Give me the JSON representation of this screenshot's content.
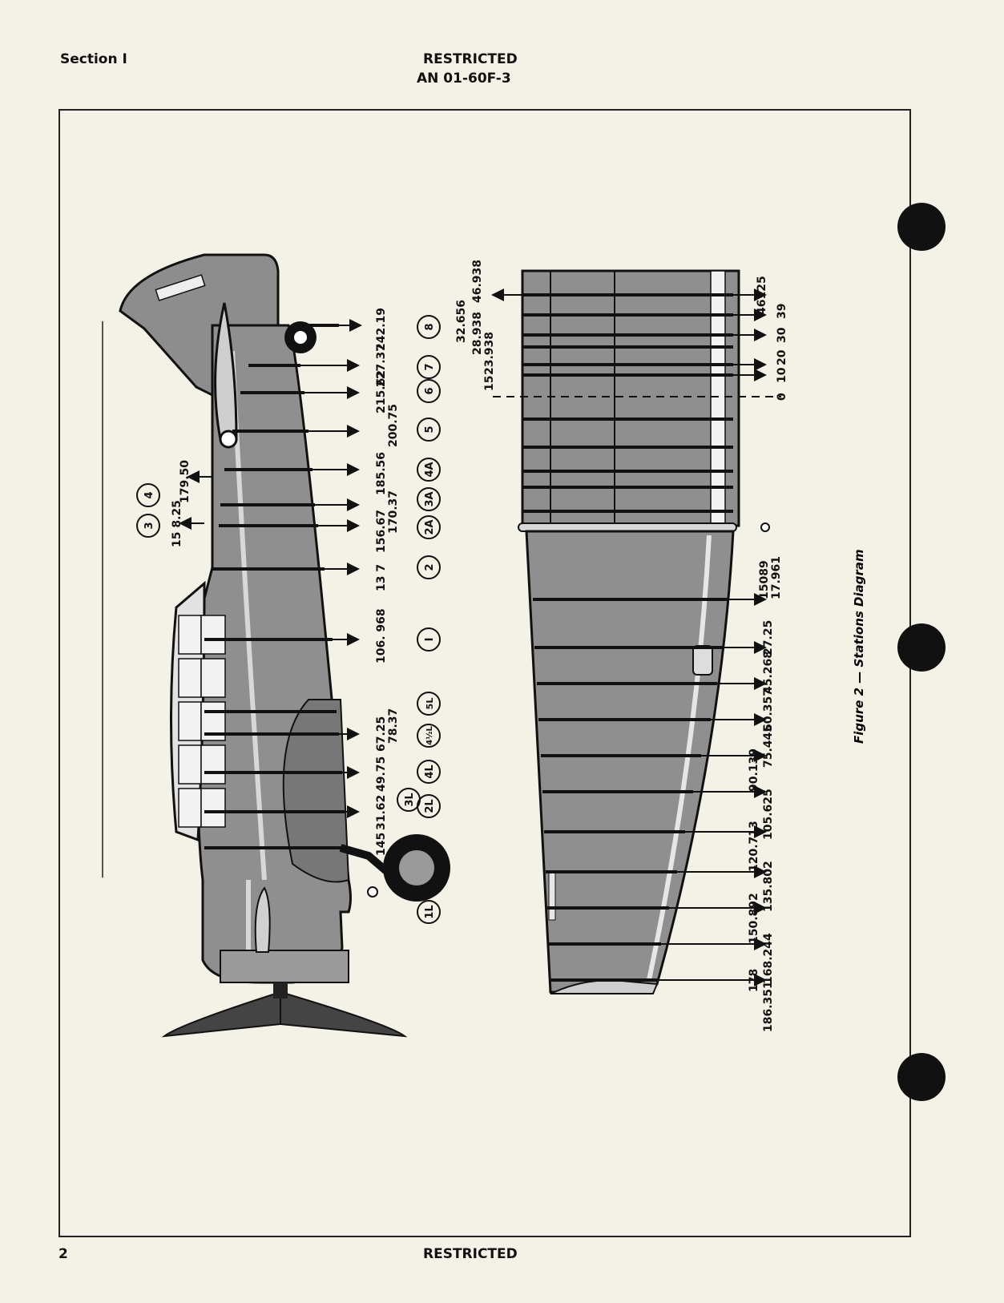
{
  "header": {
    "section": "Section I",
    "restricted": "RESTRICTED",
    "doc_number": "AN 01-60F-3"
  },
  "footer": {
    "page_number": "2",
    "restricted": "RESTRICTED"
  },
  "figure": {
    "caption": "Figure 2 — Stations Diagram"
  },
  "fuselage": {
    "stations": [
      {
        "value": "242.19",
        "label": "8"
      },
      {
        "value": "227.37",
        "label": "7"
      },
      {
        "value": "215.62",
        "label": "6"
      },
      {
        "value": "200.75",
        "label": "5"
      },
      {
        "value": "185.56",
        "label": "4A"
      },
      {
        "value": "170.37",
        "label": "3A"
      },
      {
        "value": "156.67",
        "label": "2A"
      },
      {
        "value": "13 7",
        "label": "2"
      },
      {
        "value": "106. 968",
        "label": "I"
      },
      {
        "value": "78.37",
        "label": "5L"
      },
      {
        "value": "67.25",
        "label": "4½L"
      },
      {
        "value": "49.75",
        "label": "4L"
      },
      {
        "value": "31.62",
        "label": "3L"
      },
      {
        "value": "145",
        "label": "2L"
      },
      {
        "value": "",
        "label": "1L"
      }
    ],
    "upper_stations": [
      {
        "value": "179.50",
        "label": "4"
      },
      {
        "value": "15 8.25",
        "label": "3"
      }
    ]
  },
  "wing": {
    "center_section_upper": [
      "32.656",
      "28.938",
      "46.938",
      "23.938",
      "15"
    ],
    "center_section_lower": [
      "46125",
      "39",
      "30",
      "20",
      "10",
      "0"
    ],
    "outer_panel": [
      "15089",
      "17.961",
      "27.25",
      "45.268",
      "60.357",
      "75.445",
      "90.139",
      "105.625",
      "120.713",
      "135.802",
      "150.892",
      "168.244",
      "178",
      "186.351"
    ]
  }
}
